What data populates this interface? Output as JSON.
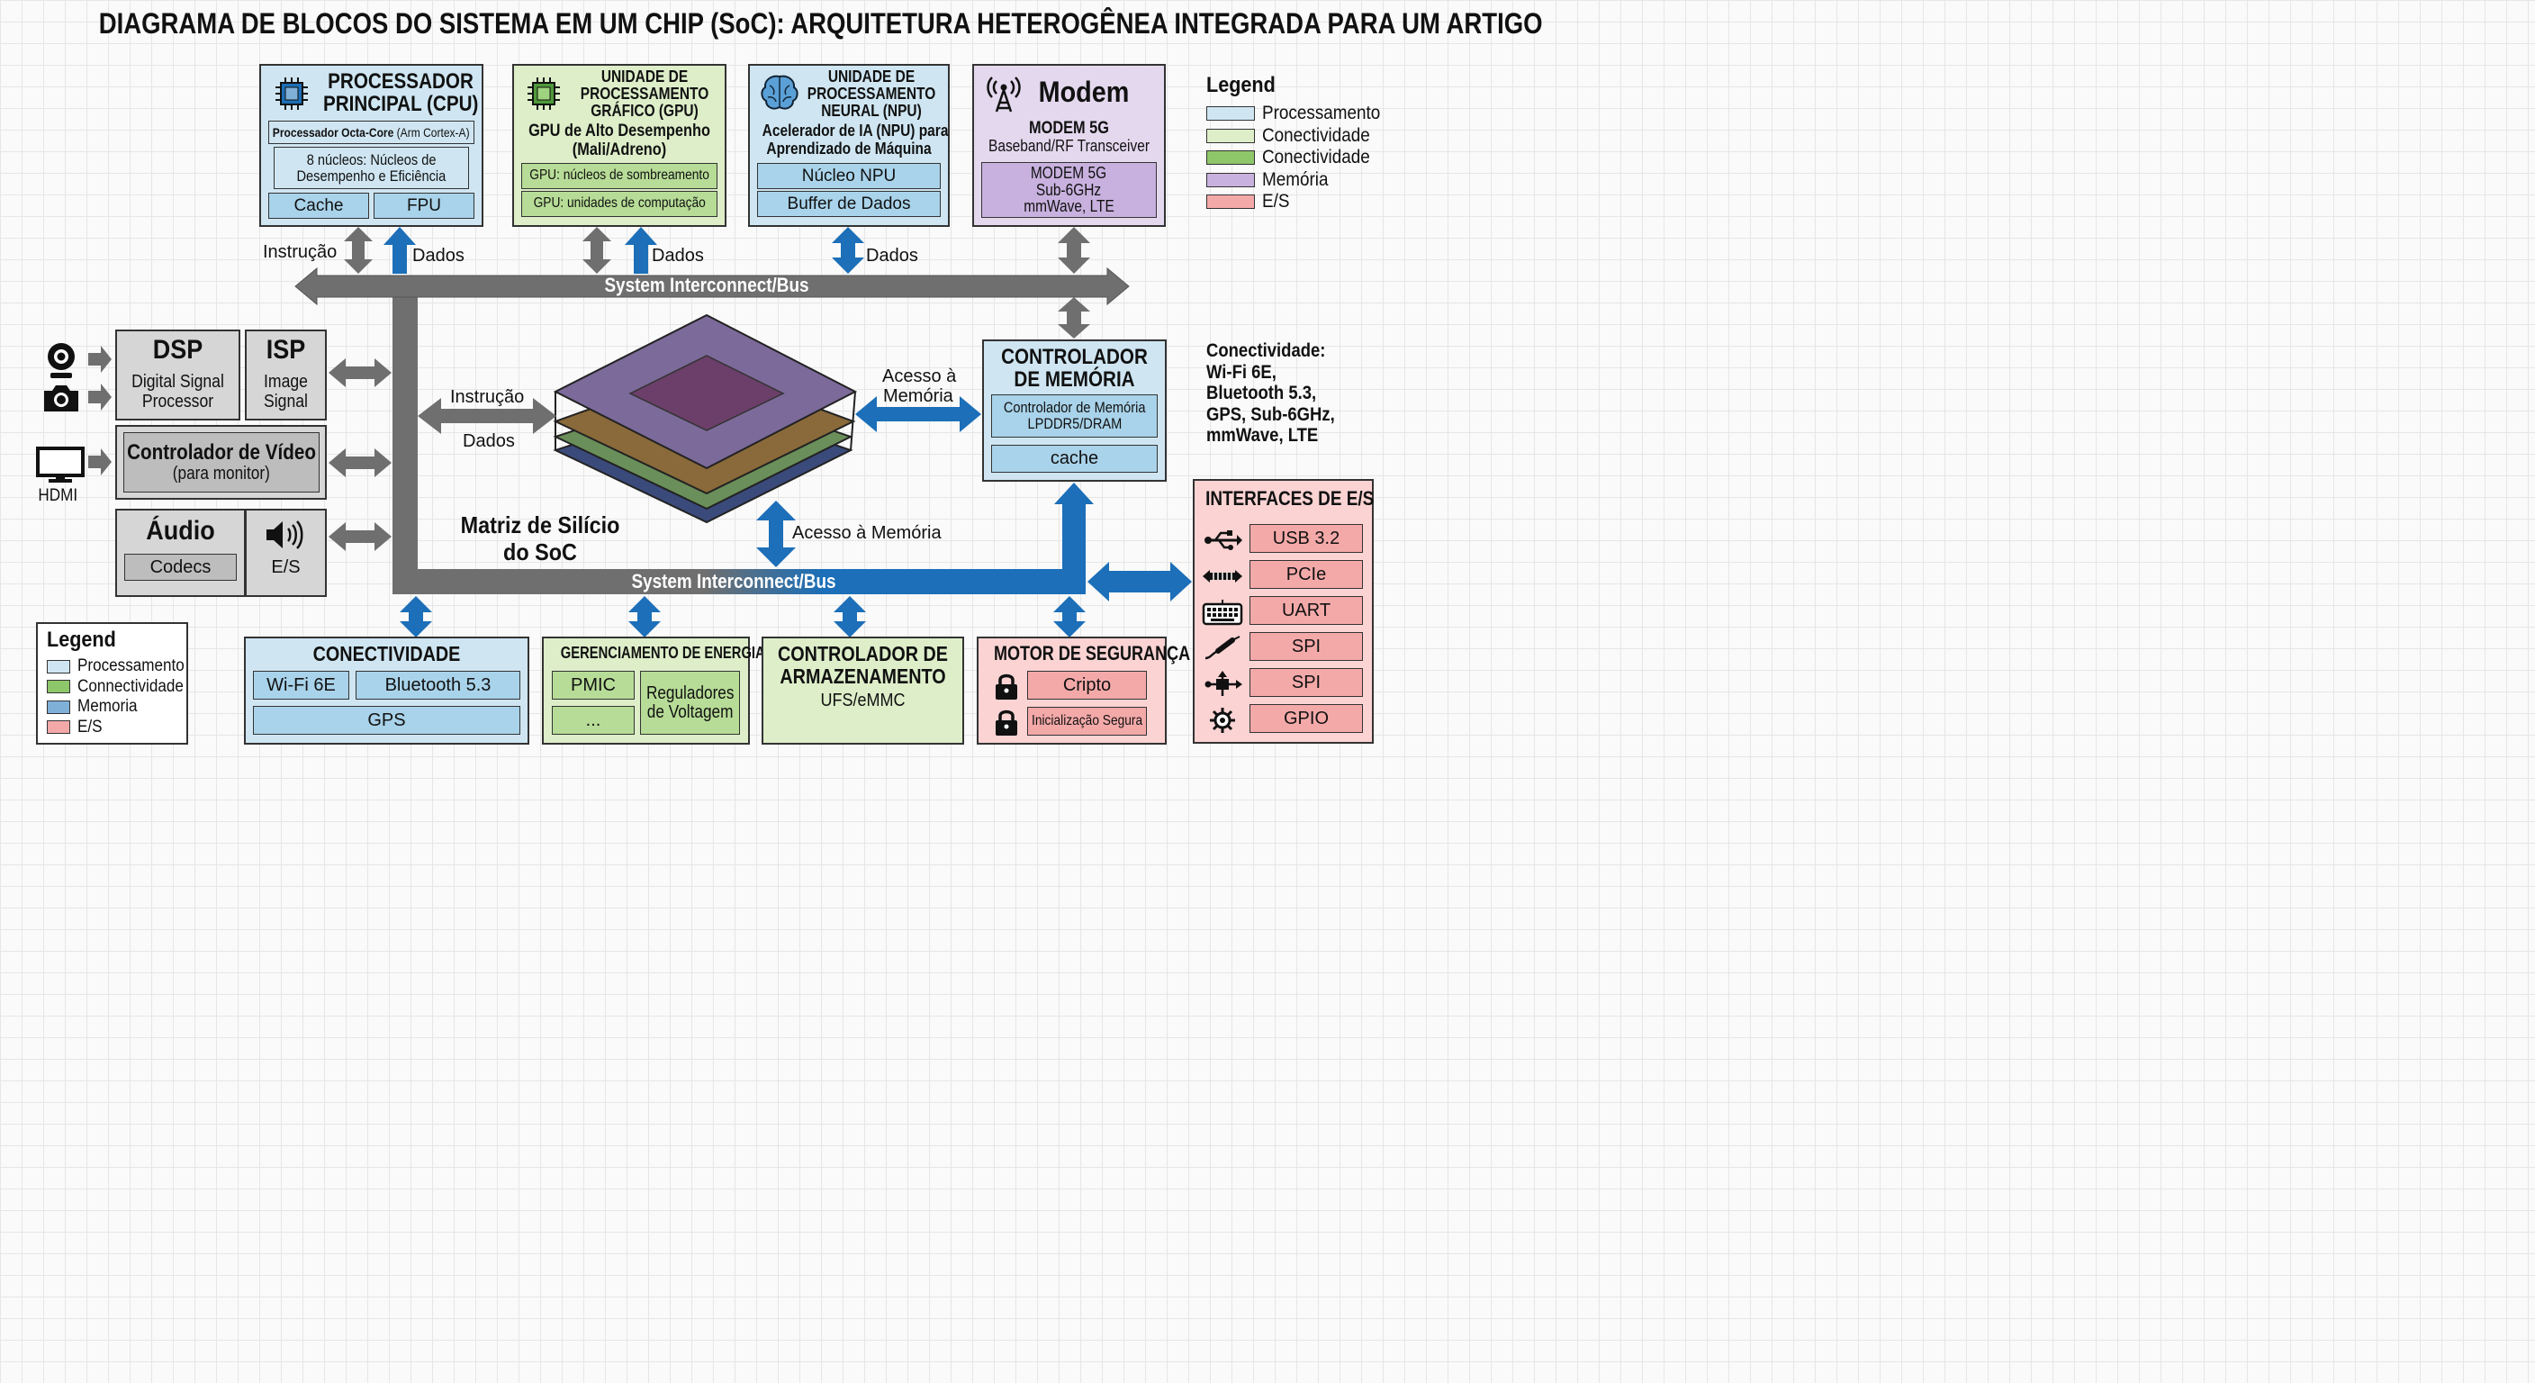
{
  "title": "DIAGRAMA DE BLOCOS DO SISTEMA EM UM CHIP (SoC): ARQUITETURA HETEROGÊNEA INTEGRADA PARA UM ARTIGO",
  "cpu": {
    "title_line1": "PROCESSADOR",
    "title_line2": "PRINCIPAL (CPU)",
    "subtitle_bold": "Processador Octa-Core",
    "subtitle_rest": " (Arm Cortex-A)",
    "cores_line1": "8 núcleos: Núcleos de",
    "cores_line2": "Desempenho e Eficiência",
    "cache": "Cache",
    "fpu": "FPU"
  },
  "gpu": {
    "title_line1": "UNIDADE DE",
    "title_line2": "PROCESSAMENTO",
    "title_line3": "GRÁFICO (GPU)",
    "desc_line1": "GPU de Alto Desempenho",
    "desc_line2": "(Mali/Adreno)",
    "shader": "GPU: núcleos de sombreamento",
    "compute": "GPU: unidades de computação"
  },
  "npu": {
    "title_line1": "UNIDADE DE",
    "title_line2": "PROCESSAMENTO",
    "title_line3": "NEURAL (NPU)",
    "desc_line1": "Acelerador de IA (NPU) para",
    "desc_line2": "Aprendizado de Máquina",
    "core": "Núcleo NPU",
    "buffer": "Buffer de Dados"
  },
  "modem": {
    "title": "Modem",
    "subtitle": "MODEM 5G",
    "desc": "Baseband/RF Transceiver",
    "inner_line1": "MODEM 5G",
    "inner_line2": "Sub-6GHz",
    "inner_line3": "mmWave, LTE"
  },
  "legend_top": {
    "title": "Legend",
    "items": [
      {
        "label": "Processamento",
        "color": "#cfe6f2"
      },
      {
        "label": "Conectividade",
        "color": "#ddeec9"
      },
      {
        "label": "Conectividade",
        "color": "#8ec66a"
      },
      {
        "label": "Memória",
        "color": "#c8b1de"
      },
      {
        "label": "E/S",
        "color": "#f4a9a9"
      }
    ]
  },
  "connectivity_note": {
    "line1": "Conectividade:",
    "line2": "Wi-Fi 6E,",
    "line3": "Bluetooth 5.3,",
    "line4": "GPS, Sub-6GHz,",
    "line5": "mmWave, LTE"
  },
  "labels": {
    "instrucao": "Instrução",
    "dados": "Dados",
    "bus": "System Interconnect/Bus",
    "acesso_line1": "Acesso à",
    "acesso_line2": "Memória",
    "acesso_memoria": "Acesso à Memória",
    "matriz_line1": "Matriz de Silício",
    "matriz_line2": "do SoC",
    "hdmi": "HDMI"
  },
  "dsp": {
    "title": "DSP",
    "line1": "Digital Signal",
    "line2": "Processor"
  },
  "isp": {
    "title": "ISP",
    "line1": "Image",
    "line2": "Signal"
  },
  "video": {
    "title": "Controlador de Vídeo",
    "subtitle": "(para monitor)"
  },
  "audio": {
    "title": "Áudio",
    "codecs": "Codecs",
    "io": "E/S"
  },
  "memctrl": {
    "title_line1": "CONTROLADOR",
    "title_line2": "DE MEMÓRIA",
    "inner_line1": "Controlador de Memória",
    "inner_line2": "LPDDR5/DRAM",
    "cache": "cache"
  },
  "io_interfaces": {
    "title": "INTERFACES DE E/S",
    "items": [
      {
        "label": "USB 3.2",
        "icon": "usb-icon"
      },
      {
        "label": "PCIe",
        "icon": "pcie-icon"
      },
      {
        "label": "UART",
        "icon": "keyboard-icon"
      },
      {
        "label": "SPI",
        "icon": "probe-icon"
      },
      {
        "label": "SPI",
        "icon": "connector-icon"
      },
      {
        "label": "GPIO",
        "icon": "gear-icon"
      }
    ]
  },
  "legend_bottom": {
    "title": "Legend",
    "items": [
      {
        "label": "Processamento",
        "color": "#cfe6f2"
      },
      {
        "label": "Connectividade",
        "color": "#8ec66a"
      },
      {
        "label": "Memoria",
        "color": "#7fb0d8"
      },
      {
        "label": "E/S",
        "color": "#f4a9a9"
      }
    ]
  },
  "conn": {
    "title": "CONECTIVIDADE",
    "wifi": "Wi-Fi 6E",
    "bt": "Bluetooth 5.3",
    "gps": "GPS"
  },
  "power": {
    "title": "GERENCIAMENTO DE ENERGIA",
    "pmic": "PMIC",
    "dots": "...",
    "reg_line1": "Reguladores",
    "reg_line2": "de Voltagem"
  },
  "storage": {
    "title_line1": "CONTROLADOR DE",
    "title_line2": "ARMAZENAMENTO",
    "desc": "UFS/eMMC"
  },
  "security": {
    "title": "MOTOR DE SEGURANÇA",
    "crypto": "Cripto",
    "boot": "Inicialização Segura"
  },
  "colors": {
    "bus_grey": "#6f6f6f",
    "bus_blue": "#1c6fb8",
    "processing": "#cfe6f2",
    "connectivity": "#ddeec9",
    "memory": "#e4d8ee",
    "io": "#fbd3d3",
    "grey_block": "#d6d6d6"
  }
}
